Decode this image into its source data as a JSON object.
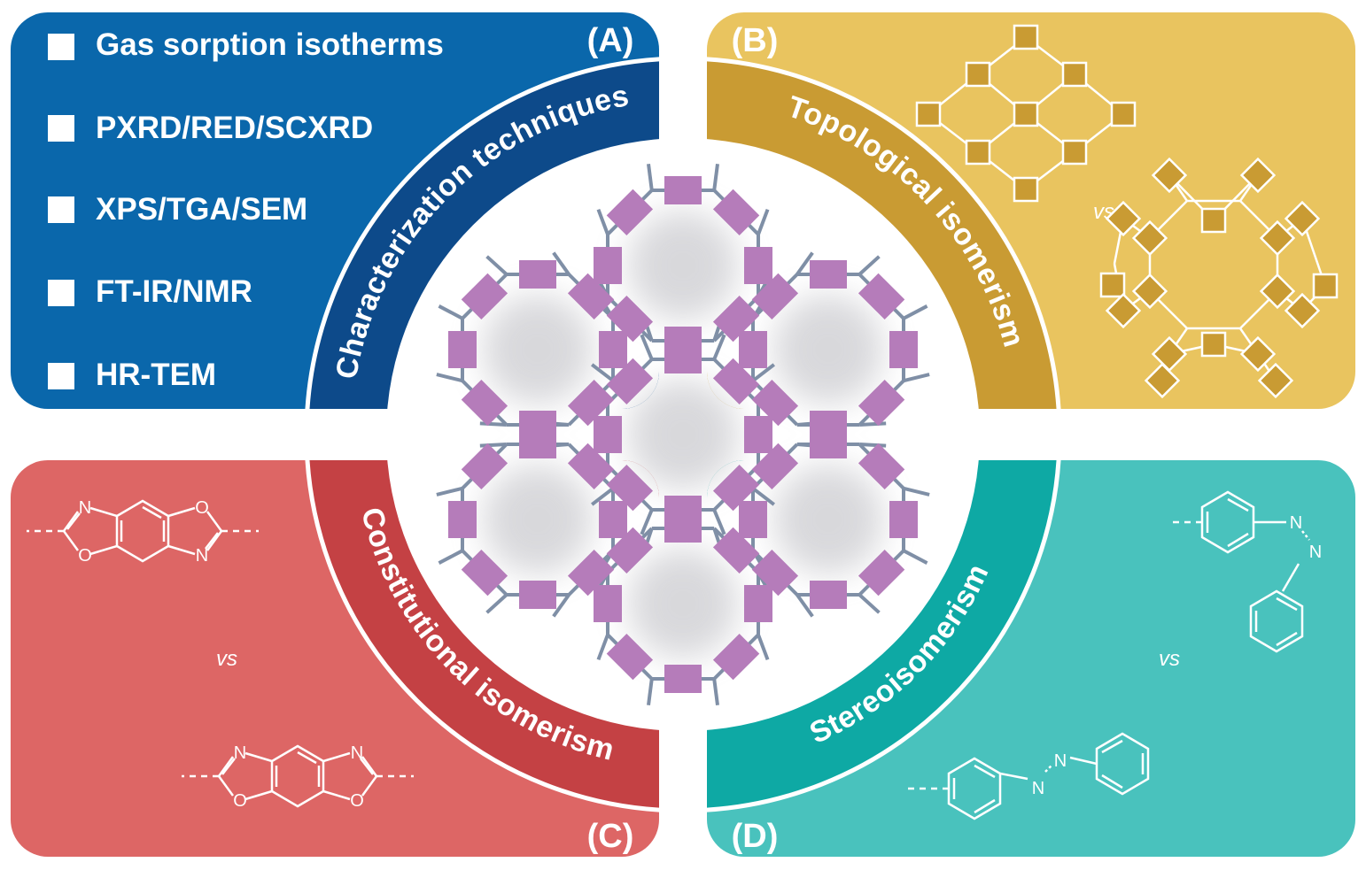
{
  "panels": {
    "a": {
      "label": "(A)",
      "ring_label": "Characterization techniques",
      "items": [
        "Gas sorption isotherms",
        "PXRD/RED/SCXRD",
        "XPS/TGA/SEM",
        "FT-IR/NMR",
        "HR-TEM"
      ]
    },
    "b": {
      "label": "(B)",
      "ring_label": "Topological isomerism",
      "vs": "vs"
    },
    "c": {
      "label": "(C)",
      "ring_label": "Constitutional isomerism",
      "vs": "vs",
      "atom_n": "N",
      "atom_o": "O"
    },
    "d": {
      "label": "(D)",
      "ring_label": "Stereoisomerism",
      "vs": "vs",
      "atom_n": "N"
    }
  },
  "colors": {
    "blue": "#0a67ab",
    "blue_dark": "#0d4a8a",
    "gold": "#e9c45f",
    "gold_dark": "#c99b33",
    "red": "#dd6665",
    "red_dark": "#c44144",
    "teal": "#49c2bd",
    "teal_dark": "#0ea9a4",
    "node": "#b57cba",
    "linker": "#7f8fa6"
  },
  "icons": {
    "bullet": "white-square-bullet",
    "core": "honeycomb-framework-icon"
  }
}
